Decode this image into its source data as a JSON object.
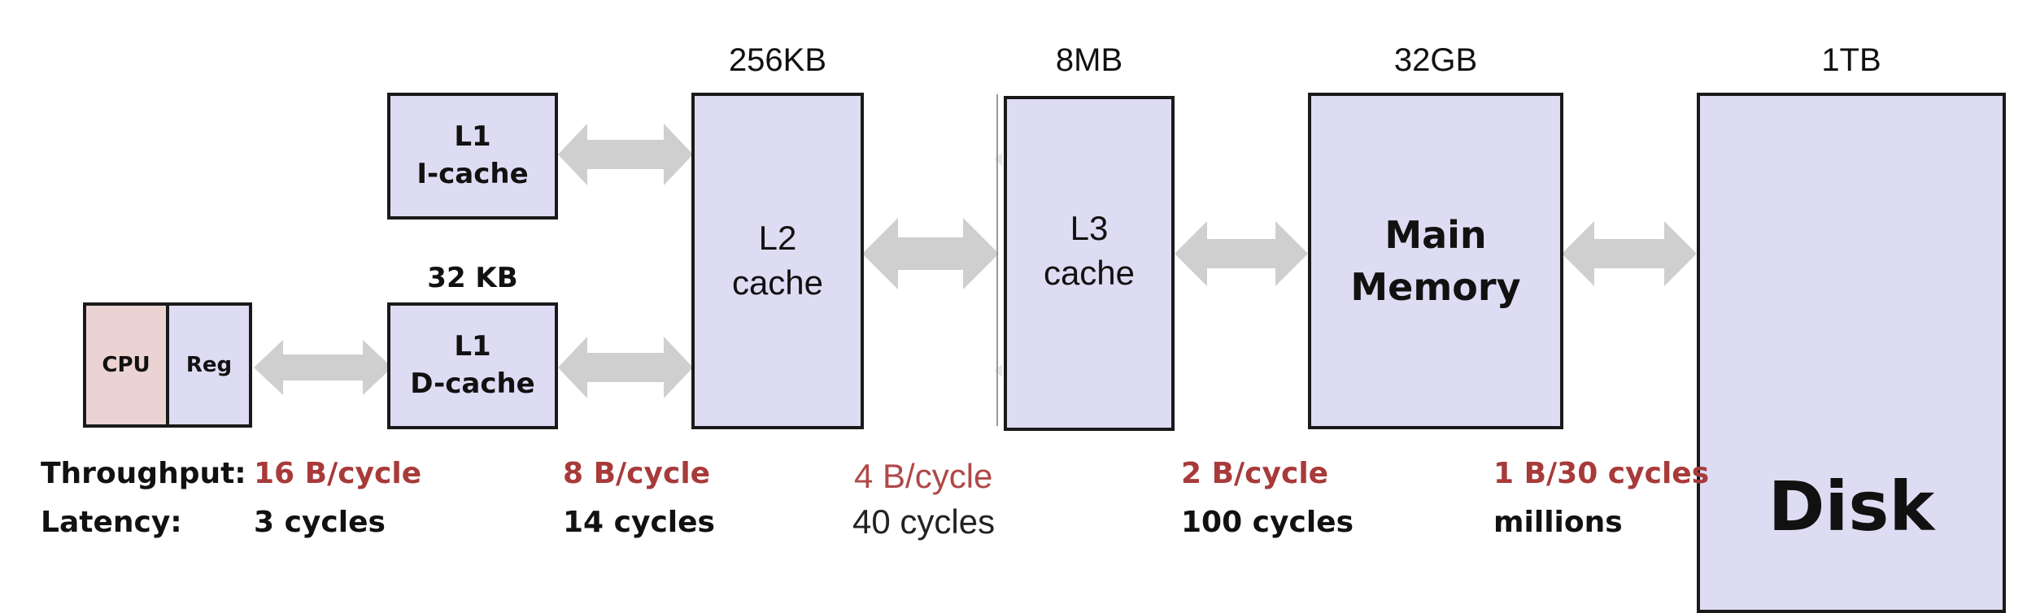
{
  "components": {
    "cpu": "CPU",
    "reg": "Reg",
    "l1i": "L1\nI-cache",
    "l1d": "L1\nD-cache",
    "l2": "L2\ncache",
    "l3": "L3\ncache",
    "main": "Main\nMemory",
    "disk": "Disk"
  },
  "sizes": {
    "l1": "32 KB",
    "l2": "256KB",
    "l3": "8MB",
    "main": "32GB",
    "disk": "1TB"
  },
  "rows": {
    "throughput_label": "Throughput:",
    "latency_label": "Latency:"
  },
  "throughput": [
    "16 B/cycle",
    "8 B/cycle",
    "4 B/cycle",
    "2 B/cycle",
    "1 B/30 cycles"
  ],
  "latency": [
    "3 cycles",
    "14 cycles",
    "40 cycles",
    "100 cycles",
    "millions"
  ],
  "colors": {
    "box_fill": "#dedcf3",
    "cpu_fill": "#ecd3d3",
    "arrow": "#cfcfcf",
    "throughput_text": "#a83a3a"
  }
}
